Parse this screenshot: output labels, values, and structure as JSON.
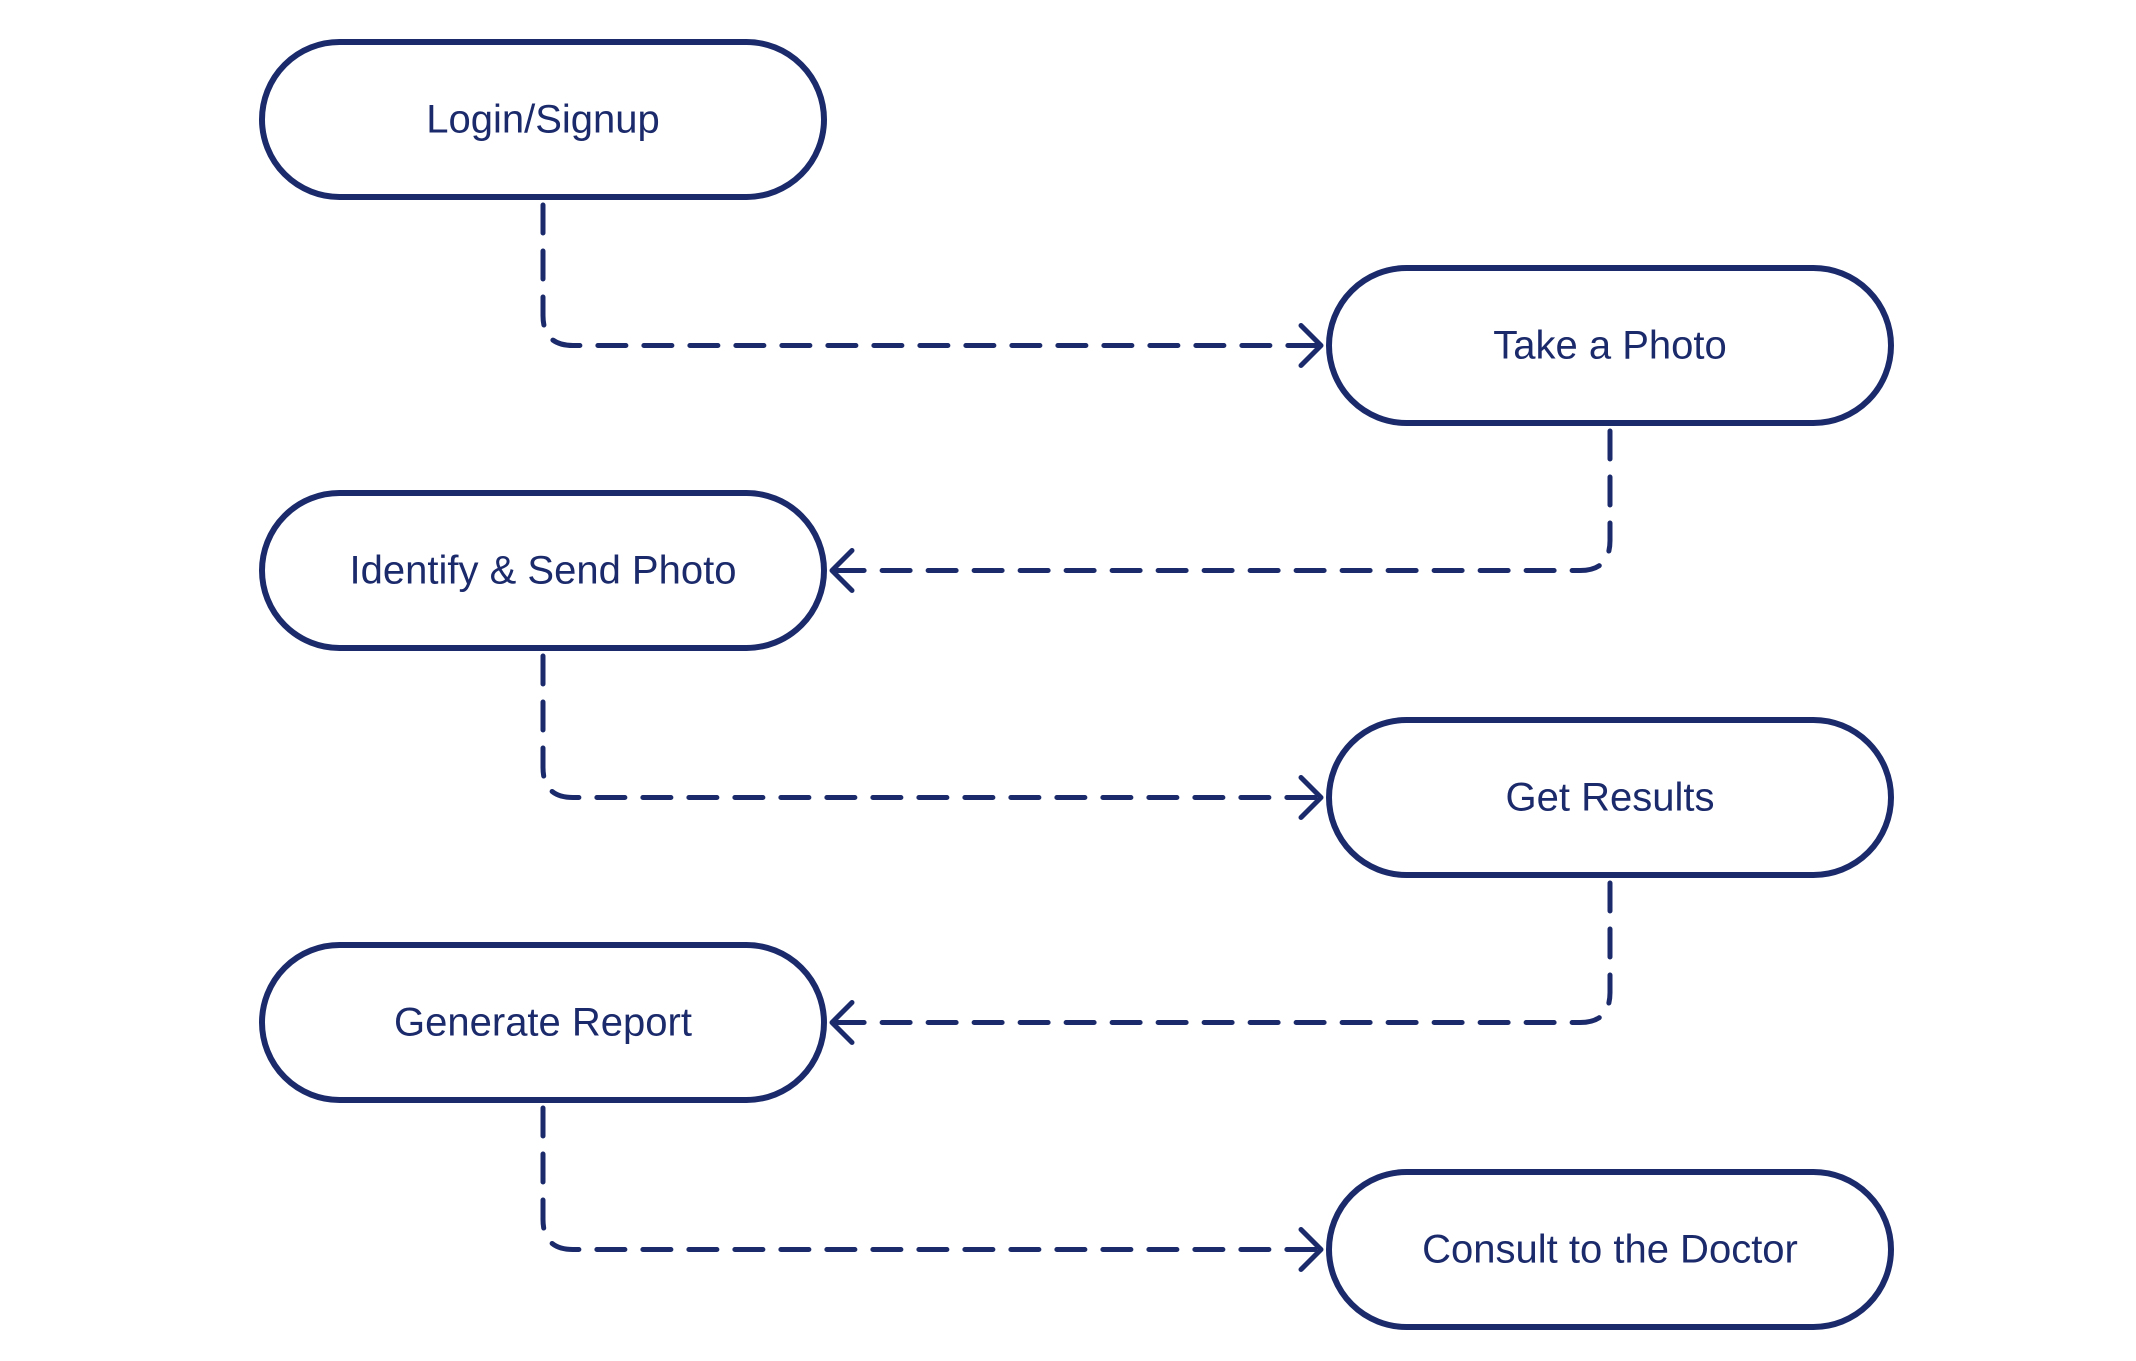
{
  "colors": {
    "primary": "#1b2a6b",
    "background": "#ffffff"
  },
  "nodes": [
    {
      "id": "login",
      "label": "Login/Signup"
    },
    {
      "id": "take-photo",
      "label": "Take a Photo"
    },
    {
      "id": "identify-send",
      "label": "Identify & Send Photo"
    },
    {
      "id": "get-results",
      "label": "Get Results"
    },
    {
      "id": "generate-report",
      "label": "Generate Report"
    },
    {
      "id": "consult-doctor",
      "label": "Consult to the Doctor"
    }
  ],
  "edges": [
    {
      "from": "login",
      "to": "take-photo",
      "style": "dashed",
      "arrow": "end"
    },
    {
      "from": "take-photo",
      "to": "identify-send",
      "style": "dashed",
      "arrow": "end"
    },
    {
      "from": "identify-send",
      "to": "get-results",
      "style": "dashed",
      "arrow": "end"
    },
    {
      "from": "get-results",
      "to": "generate-report",
      "style": "dashed",
      "arrow": "end"
    },
    {
      "from": "generate-report",
      "to": "consult-doctor",
      "style": "dashed",
      "arrow": "end"
    }
  ]
}
